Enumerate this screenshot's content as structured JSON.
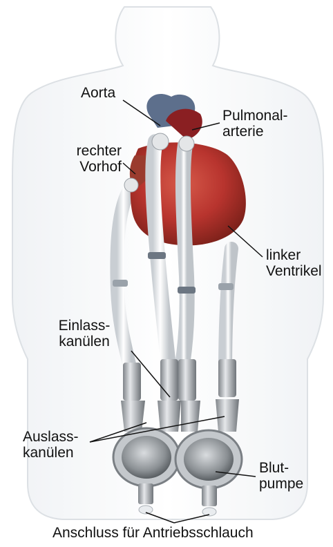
{
  "labels": {
    "aorta": "Aorta",
    "pulmonal_line1": "Pulmonal-",
    "pulmonal_line2": "arterie",
    "vorhof_line1": "rechter",
    "vorhof_line2": "Vorhof",
    "ventrikel_line1": "linker",
    "ventrikel_line2": "Ventrikel",
    "einlass_line1": "Einlass-",
    "einlass_line2": "kanülen",
    "auslass_line1": "Auslass-",
    "auslass_line2": "kanülen",
    "blutpumpe_line1": "Blut-",
    "blutpumpe_line2": "pumpe",
    "anschluss": "Anschluss für Antriebsschlauch"
  },
  "colors": {
    "heart": "#b8342e",
    "aorta": "#5d6f8c",
    "tube": "#e9ecef",
    "metal": "#a7abb0",
    "body_outline": "#cfd4d9"
  }
}
